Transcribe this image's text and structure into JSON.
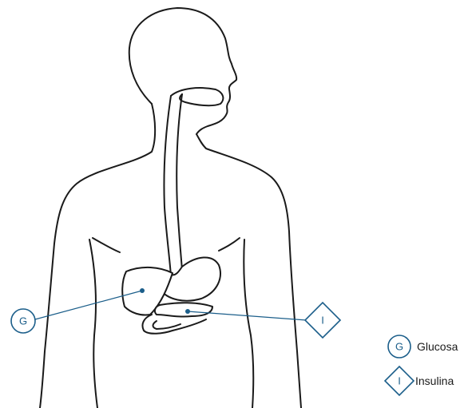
{
  "markers": {
    "glucose": {
      "symbol": "G"
    },
    "insulin": {
      "symbol": "I"
    }
  },
  "legend": {
    "glucose": {
      "symbol": "G",
      "label": "Glucosa"
    },
    "insulin": {
      "symbol": "I",
      "label": "Insulina"
    }
  },
  "colors": {
    "accent": "#1b5e8a",
    "outline": "#1a1a1a"
  }
}
